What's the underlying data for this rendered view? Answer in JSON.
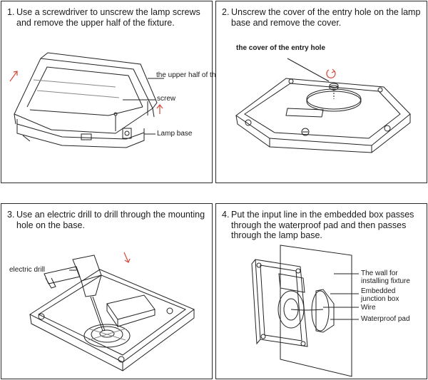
{
  "steps": [
    {
      "number": "1.",
      "text": "Use a screwdriver to unscrew the lamp screws and remove the upper half of the fixture.",
      "labels": {
        "upper_half": "the upper half of the fixture",
        "screw": "screw",
        "lamp_base": "Lamp base"
      }
    },
    {
      "number": "2.",
      "text": "Unscrew the cover of the entry hole on the lamp base and remove the cover.",
      "labels": {
        "entry_hole_cover": "the cover of the entry hole"
      }
    },
    {
      "number": "3.",
      "text": "Use an electric drill to drill through the mounting hole on the base.",
      "labels": {
        "electric_drill": "electric drill"
      }
    },
    {
      "number": "4.",
      "text": "Put the input line in the embedded box passes through the waterproof pad and then passes through the lamp base.",
      "labels": {
        "wall": "The wall for installing fixture",
        "junction_box": "Embedded junction box",
        "wire": "Wire",
        "waterproof_pad": "Waterproof pad"
      }
    }
  ],
  "colors": {
    "line": "#222222",
    "arrow": "#d9473a",
    "border": "#2b2b2b"
  }
}
